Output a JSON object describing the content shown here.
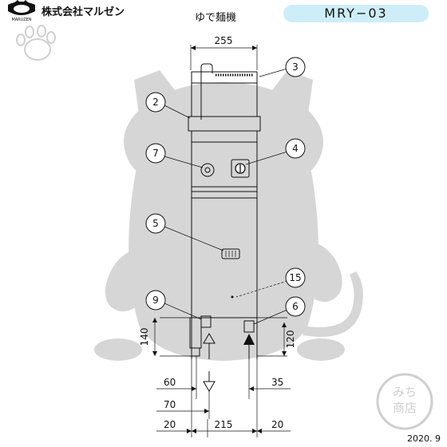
{
  "header": {
    "logo_brand": "株式会社マルゼン",
    "logo_mark_text": "MARUZEN",
    "product_name": "ゆで麺機",
    "model": "MRY−03"
  },
  "dimensions": {
    "width_top": "255",
    "left_pipe_height": "140",
    "right_pipe_height": "120",
    "left_offset_1": "60",
    "left_offset_2": "70",
    "bottom_left": "20",
    "bottom_mid": "215",
    "bottom_right": "20",
    "right_offset": "35"
  },
  "callouts": [
    "3",
    "2",
    "7",
    "4",
    "5",
    "15",
    "9",
    "6"
  ],
  "footer": {
    "date": "2020. 9",
    "stamp_text": "みち商店"
  },
  "colors": {
    "model_badge_bg": "#cdeef8",
    "watermark": "#d7d7d7",
    "line": "#111111"
  },
  "icons": [
    "cat-paw-icon",
    "cat-silhouette-watermark",
    "shop-stamp-icon"
  ]
}
